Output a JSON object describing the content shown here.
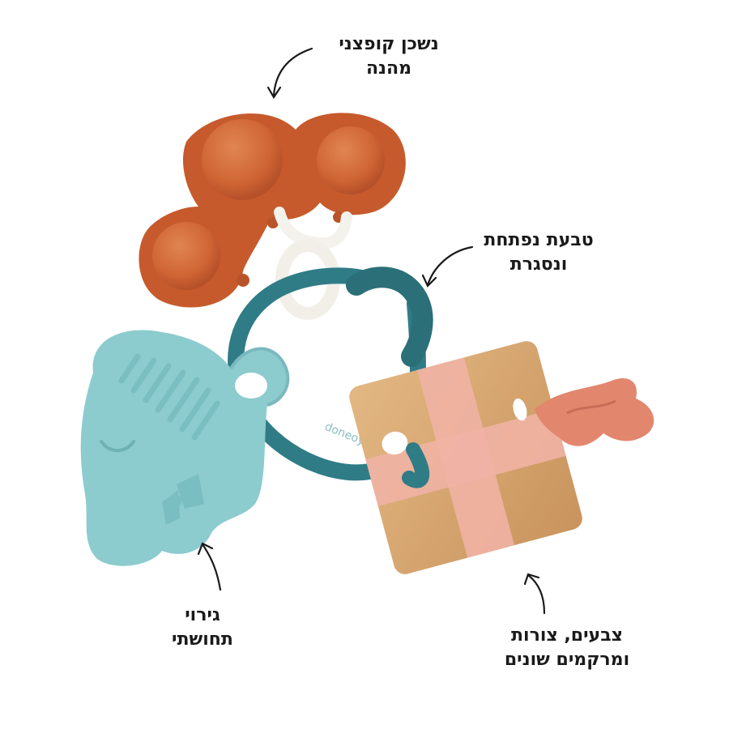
{
  "product": {
    "ring_text": "doneoydeer"
  },
  "annotations": {
    "popper": {
      "lines": [
        "נשכן קופצני",
        "מהנה"
      ]
    },
    "ring": {
      "lines": [
        "טבעת נפתחת",
        "ונסגרת"
      ]
    },
    "elephant": {
      "lines": [
        "גירוי",
        "תחושתי"
      ]
    },
    "wood": {
      "lines": [
        "צבעים, צורות",
        "ומרקמים שונים"
      ]
    }
  },
  "colors": {
    "orange": "#c65a2c",
    "orange_bubble": "#d8713f",
    "teal_ring": "#2f7c86",
    "mint_elephant": "#8ccbce",
    "wood": "#d9a871",
    "pink_cross": "#f0b2a4",
    "knot": "#e3866e"
  }
}
